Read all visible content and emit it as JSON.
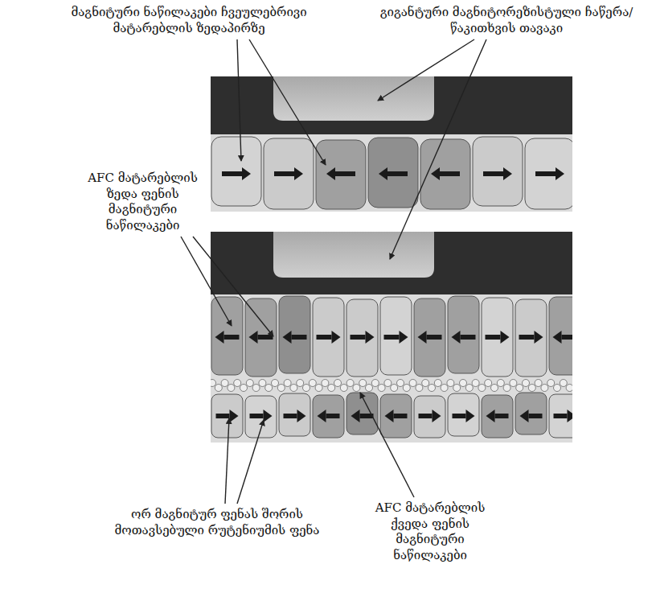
{
  "diagram": {
    "labels": [
      "მაგნიტური ნაწილაკები ჩვეულებრივი მატარებლის ზედაპირზე",
      "გიგანტური მაგნიტორეზისტული ჩაწერა/წაკითხვის თავაკი",
      "AFC მატარებლის ზედა ფენის მაგნიტური ნაწილაკები",
      "ორ მაგნიტურ ფენას შორის მოთავსებული რუტენიუმის ფენა",
      "AFC მატარებლის ქვედა ფენის მაგნიტური ნაწილაკები"
    ]
  }
}
